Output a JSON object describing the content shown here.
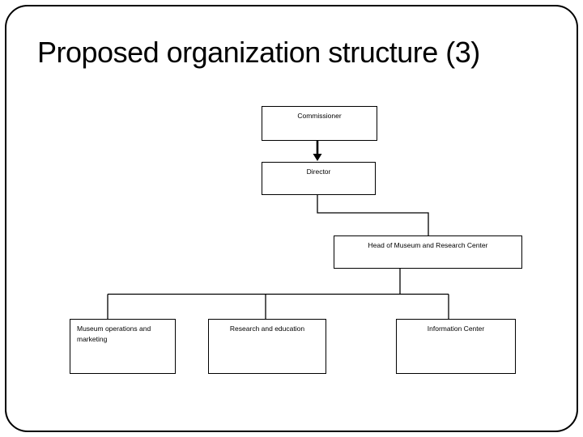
{
  "slide": {
    "title": "Proposed organization structure (3)",
    "background_color": "#ffffff",
    "line_color": "#000000",
    "text_color": "#000000"
  },
  "org_chart": {
    "nodes": [
      {
        "id": "commissioner",
        "label": "Commissioner"
      },
      {
        "id": "director",
        "label": "Director"
      },
      {
        "id": "head-of-museum",
        "label": "Head of Museum and Research Center"
      },
      {
        "id": "museum-operations",
        "label": "Museum operations and marketing"
      },
      {
        "id": "research-education",
        "label": "Research and education"
      },
      {
        "id": "information-center",
        "label": "Information Center"
      }
    ]
  }
}
